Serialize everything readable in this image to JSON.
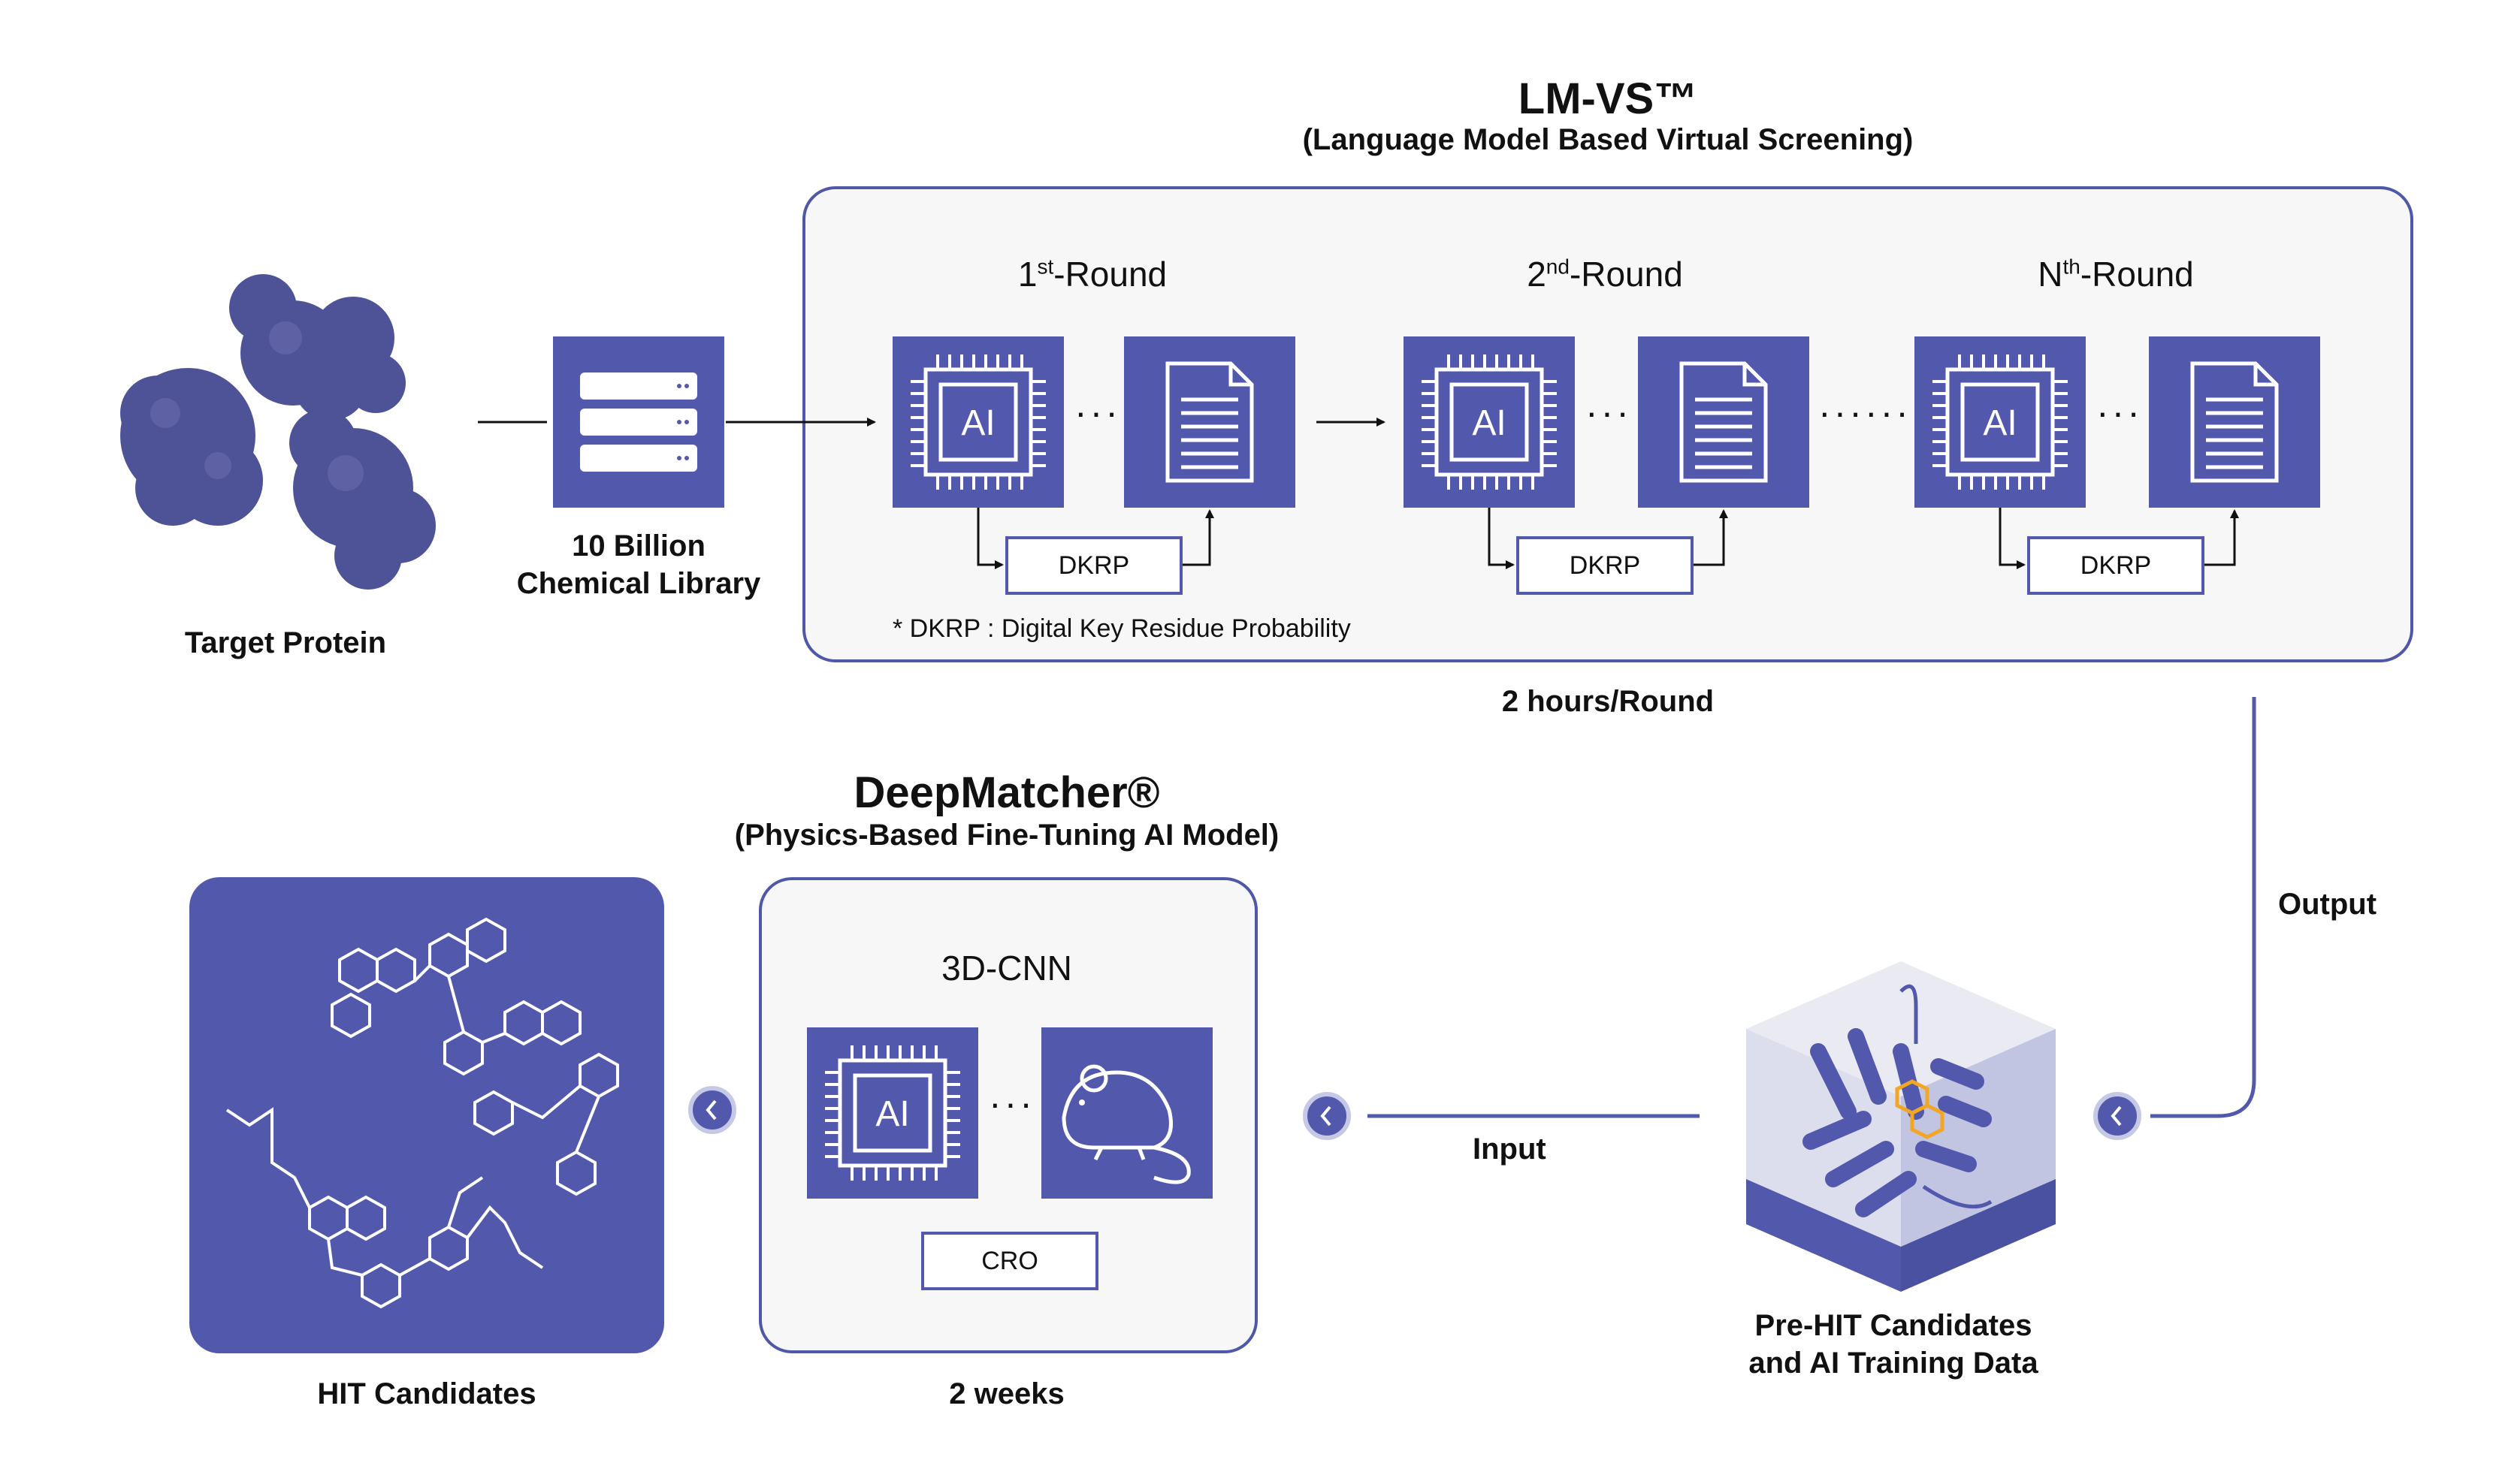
{
  "lmvs": {
    "title": "LM-VS™",
    "subtitle": "(Language Model Based Virtual Screening)",
    "rounds": [
      {
        "base": "1",
        "sup": "st",
        "suffix": "-Round",
        "tag": "AI",
        "step": "DKRP"
      },
      {
        "base": "2",
        "sup": "nd",
        "suffix": "-Round",
        "tag": "AI",
        "step": "DKRP"
      },
      {
        "base": "N",
        "sup": "th",
        "suffix": "-Round",
        "tag": "AI",
        "step": "DKRP"
      }
    ],
    "ellipsis_short": "···",
    "ellipsis_long": "······",
    "footnote": "* DKRP : Digital Key Residue Probability",
    "duration": "2 hours/Round"
  },
  "target_protein": {
    "label": "Target Protein"
  },
  "library": {
    "label_line1": "10 Billion",
    "label_line2": "Chemical Library"
  },
  "output_label": "Output",
  "input_label": "Input",
  "prehit": {
    "label_line1": "Pre-HIT Candidates",
    "label_line2": "and AI Training Data"
  },
  "deepmatcher": {
    "title": "DeepMatcher®",
    "subtitle": "(Physics-Based Fine-Tuning AI Model)",
    "model": "3D-CNN",
    "tag": "AI",
    "step": "CRO",
    "ellipsis": "···",
    "duration": "2 weeks"
  },
  "hit": {
    "label": "HIT Candidates"
  },
  "colors": {
    "accent": "#5259ad",
    "panel_border": "#4f57a8",
    "panel_bg": "#f7f7f8",
    "ligand": "#f2a623"
  }
}
